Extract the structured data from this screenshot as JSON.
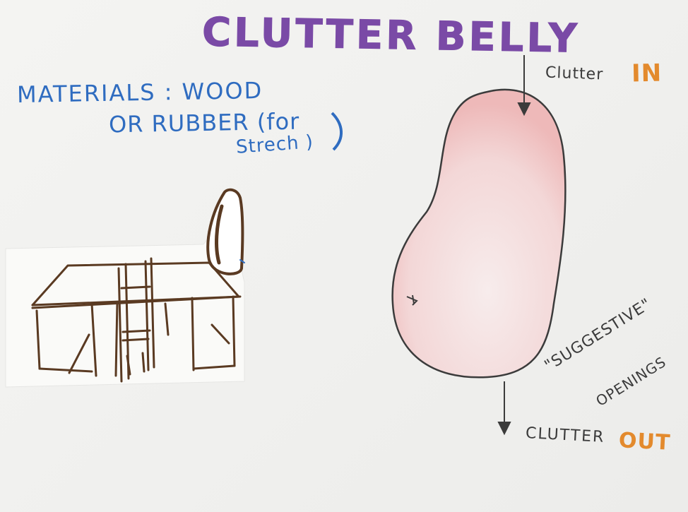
{
  "title": "CLUTTER BELLY",
  "materials": {
    "line1": "MATERIALS : WOOD",
    "line2": "OR RUBBER (for",
    "line3": "Strech )"
  },
  "clutter_in": {
    "text": "Clutter",
    "accent": "IN"
  },
  "clutter_out": {
    "text": "CLUTTER",
    "accent": "OUT"
  },
  "suggestive": {
    "line1": "\"SUGGESTIVE\"",
    "line2": "OPENINGS"
  },
  "colors": {
    "title": "#7a4aa6",
    "materials": "#2f6cc0",
    "accent": "#e38a2d",
    "ink": "#3b3b3b",
    "desk": "#5a3a22",
    "belly_fill": "#f3d3d3"
  }
}
